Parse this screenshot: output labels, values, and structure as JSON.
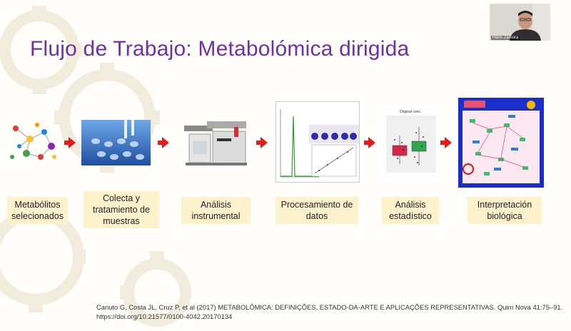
{
  "slide": {
    "title": "Flujo de Trabajo: Metabolómica dirigida",
    "presenter_name": "Hans Zamora",
    "steps": [
      {
        "label": "Metabólitos selecionados",
        "icon": "molecules-image"
      },
      {
        "label": "Colecta y tratamiento de muestras",
        "icon": "sample-plate-image"
      },
      {
        "label": "Análisis instrumental",
        "icon": "mass-spectrometer-image"
      },
      {
        "label": "Procesamiento de datos",
        "icon": "chromatogram-image"
      },
      {
        "label": "Análisis estadístico",
        "icon": "boxplot-image"
      },
      {
        "label": "Interpretación biológica",
        "icon": "pathway-map-image"
      }
    ],
    "boxplot_title": "Original conc.",
    "citation_line1": "Canuto G, Costa JL, Cruz P, et al (2017) METABOLÔMICA: DEFINIÇÕES, ESTADO-DA-ARTE E APLICAÇÕES REPRESENTATIVAS. Quim Nova 41:75–91.",
    "citation_line2": "https://doi.org/10.21577/0100-4042.20170134"
  },
  "colors": {
    "title": "#7030a0",
    "arrow": "#e31b1b",
    "label_box": "#fdf2cc",
    "gear": "#f3efe0"
  }
}
